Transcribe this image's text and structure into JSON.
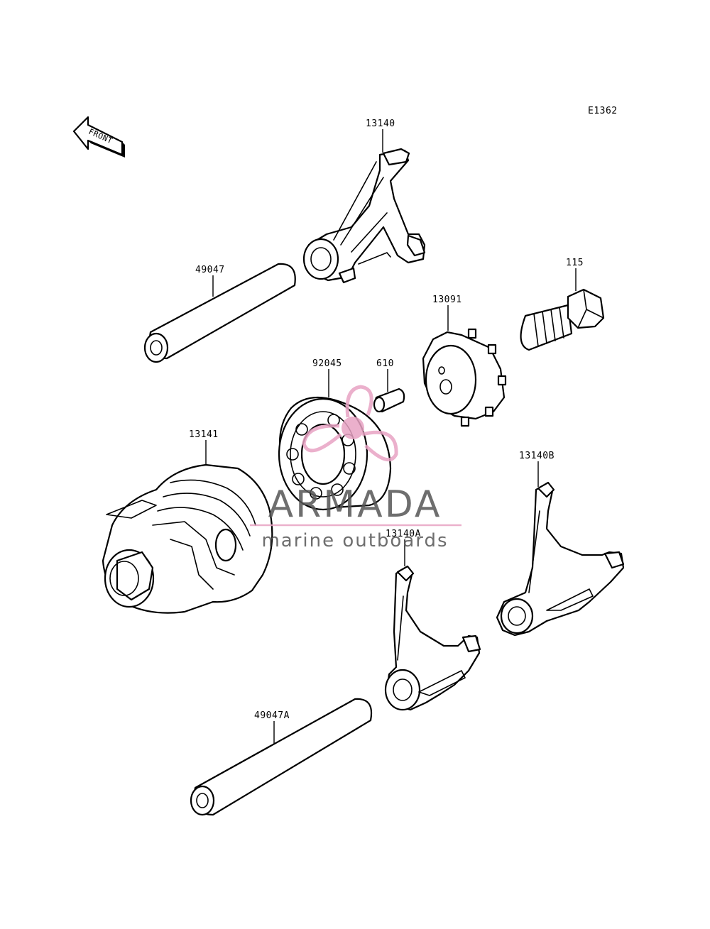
{
  "diagram_code": "E1362",
  "front_label": "FRONT",
  "parts": {
    "shift_fork": "13140",
    "shift_fork_a": "13140A",
    "shift_fork_b": "13140B",
    "shift_rod": "49047",
    "shift_rod_a": "49047A",
    "shift_drum": "13141",
    "bearing": "92045",
    "pin": "610",
    "drum_cam": "13091",
    "bolt": "115"
  },
  "watermark": {
    "brand": "ARMADA",
    "tagline": "marine outboards",
    "colors": {
      "logo": "#e8a3c4",
      "text": "#555555"
    }
  }
}
